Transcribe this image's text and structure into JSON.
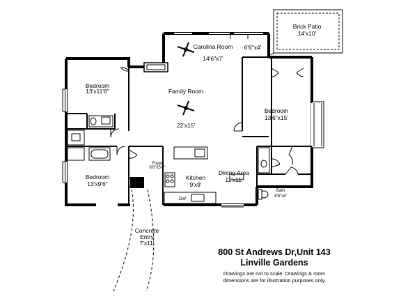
{
  "rooms": {
    "brick_patio": {
      "name": "Brick Patio",
      "dims": "14'x10'"
    },
    "carolina_room": {
      "name": "Carolina Room",
      "dims": "14'6\"x7'"
    },
    "closet_dims": "6'6\"x4'",
    "bedroom1": {
      "name": "Bedroom",
      "dims": "13'x11'6\""
    },
    "family_room": {
      "name": "Family Room",
      "dims": "22'x15'"
    },
    "bedroom_master": {
      "name": "Bedroom",
      "dims": "13'6\"x15'"
    },
    "foyer": {
      "name": "Foyer",
      "dims": "6'6\"x5'6\""
    },
    "bedroom2": {
      "name": "Bedroom",
      "dims": "13'x9'6\""
    },
    "kitchen": {
      "name": "Kitchen",
      "dims": "9'x9'"
    },
    "dining": {
      "name": "Dining Area",
      "dims": "11'x11'"
    },
    "bath": {
      "name": "Bath",
      "dims": "8'6\"x5'"
    },
    "entry": {
      "name_line1": "Concrete",
      "name_line2": "Entry",
      "dims": "7'x11'"
    }
  },
  "appliance_dw": "DW",
  "address": {
    "line1": "800 St Andrews Dr,Unit 143",
    "line2": "Linville Gardens"
  },
  "disclaimer": {
    "line1": "Drawings are not to scale. Drawings & room",
    "line2": "dimensions are for illustration purposes only."
  }
}
